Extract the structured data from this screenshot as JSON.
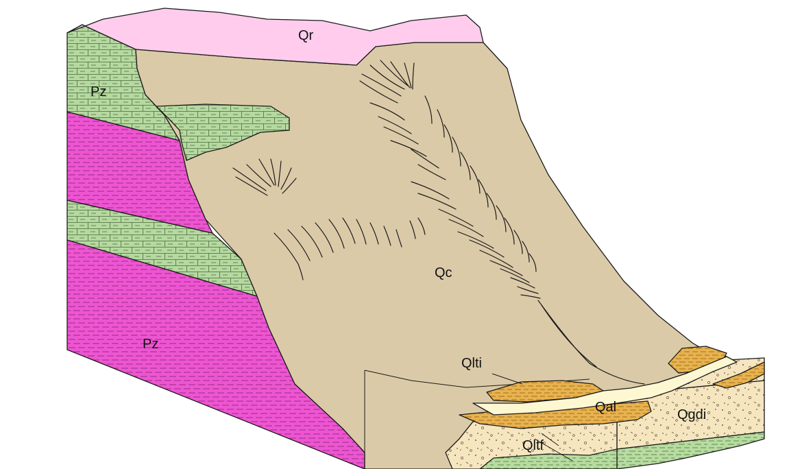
{
  "labels": {
    "qr": "Qr",
    "pz_upper": "Pz",
    "pz_lower": "Pz",
    "qc": "Qc",
    "qlti": "Qlti",
    "qal": "Qal",
    "qgdi": "Qgdi",
    "qltf": "Qltf"
  },
  "colors": {
    "qr": "#ffccee",
    "qc": "#dbcaa8",
    "pz_green": "#b5d9a0",
    "pz_magenta": "#ee55d2",
    "qlti": "#e8b24e",
    "qal": "#fdf7d2",
    "qgdi": "#f6e6c0",
    "green_base": "#b7dca0"
  }
}
